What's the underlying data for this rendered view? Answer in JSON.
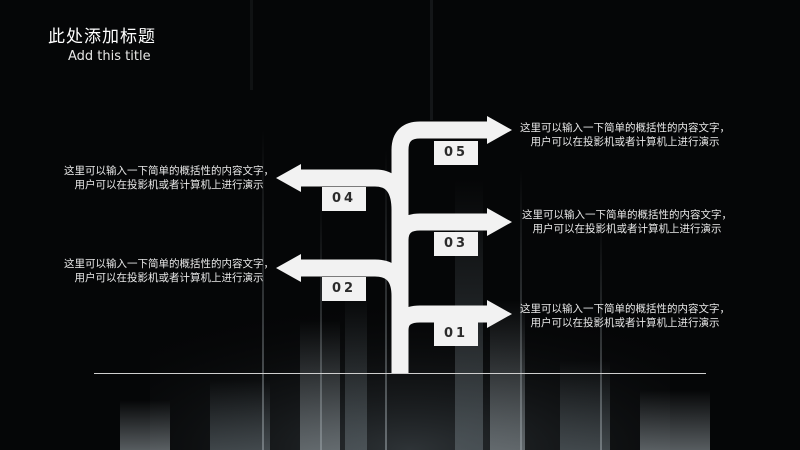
{
  "header": {
    "title": "此处添加标题",
    "subtitle": "Add this title"
  },
  "steps": [
    {
      "number": "01",
      "text": "这里可以输入一下简单的概括性的内容文字，用户可以在投影机或者计算机上进行演示"
    },
    {
      "number": "02",
      "text": "这里可以输入一下简单的概括性的内容文字，用户可以在投影机或者计算机上进行演示"
    },
    {
      "number": "03",
      "text": "这里可以输入一下简单的概括性的内容文字，用户可以在投影机或者计算机上进行演示"
    },
    {
      "number": "04",
      "text": "这里可以输入一下简单的概括性的内容文字，用户可以在投影机或者计算机上进行演示"
    },
    {
      "number": "05",
      "text": "这里可以输入一下简单的概括性的内容文字，用户可以在投影机或者计算机上进行演示"
    }
  ],
  "colors": {
    "background": "#050607",
    "arrow": "#f2f2f2",
    "text": "#e8e8e8"
  }
}
